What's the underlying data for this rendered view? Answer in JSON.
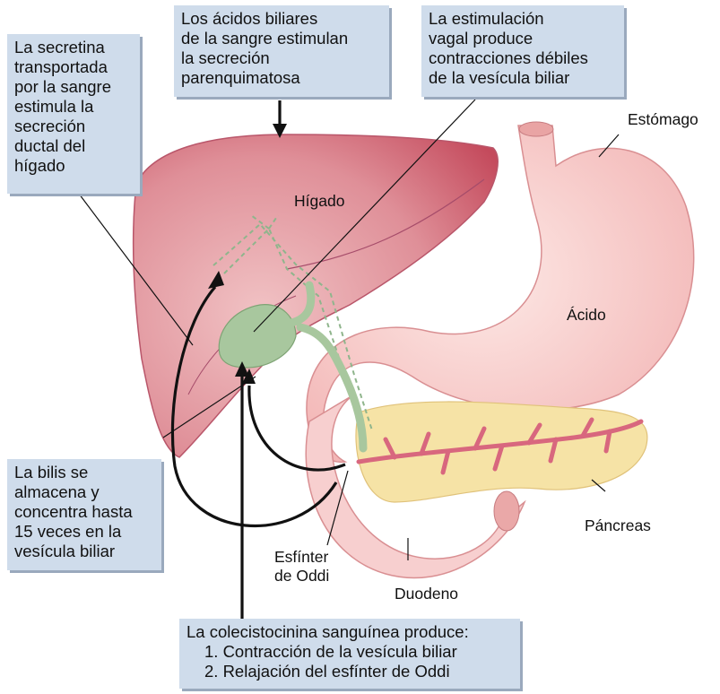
{
  "boxes": {
    "secretin": [
      "La secretina",
      "transportada",
      "por la sangre",
      "estimula la",
      "secreción",
      "ductal del",
      "hígado"
    ],
    "bile_acids": [
      "Los ácidos biliares",
      "de la sangre estimulan",
      "la secreción",
      "parenquimatosa"
    ],
    "vagal": [
      "La estimulación",
      "vagal produce",
      "contracciones débiles",
      "de la vesícula biliar"
    ],
    "storage": [
      "La bilis se",
      "almacena y",
      "concentra hasta",
      "15 veces en la",
      "vesícula biliar"
    ],
    "cck": [
      "La colecistocinina sanguínea produce:",
      "1. Contracción de la vesícula biliar",
      "2. Relajación del esfínter de Oddi"
    ]
  },
  "labels": {
    "liver": "Hígado",
    "stomach": "Estómago",
    "acid": "Ácido",
    "pancreas": "Páncreas",
    "duodenum": "Duodeno",
    "sphincter": [
      "Esfínter",
      "de Oddi"
    ]
  },
  "colors": {
    "box_fill": "#cfdceb",
    "liver": "#d9838d",
    "stomach": "#f6c8c8",
    "gallbladder": "#a8c79e",
    "pancreas": "#f6e3a6",
    "pancreatic_duct": "#d8677e"
  }
}
